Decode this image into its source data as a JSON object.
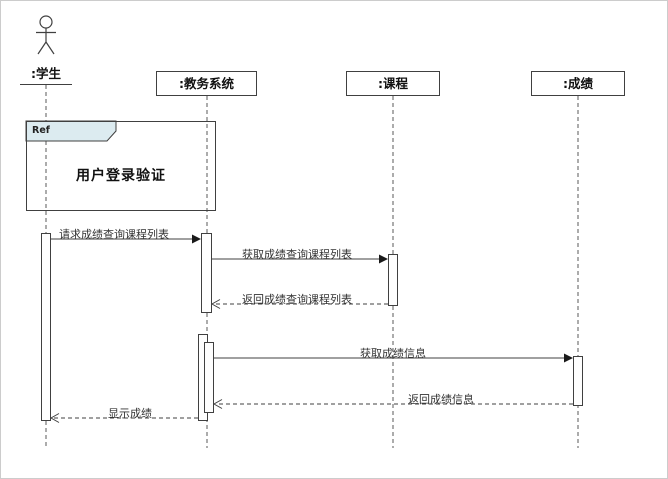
{
  "diagram": {
    "type": "uml-sequence-diagram",
    "actor": {
      "name": ":学生",
      "icon": "person-stick-figure"
    },
    "lifelines": [
      {
        "name": ":教务系统"
      },
      {
        "name": ":课程"
      },
      {
        "name": ":成绩"
      }
    ],
    "ref_frame": {
      "tag": "Ref",
      "title": "用户登录验证"
    },
    "messages": [
      {
        "from": ":学生",
        "to": ":教务系统",
        "label": "请求成绩查询课程列表",
        "style": "solid"
      },
      {
        "from": ":教务系统",
        "to": ":课程",
        "label": "获取成绩查询课程列表",
        "style": "solid"
      },
      {
        "from": ":课程",
        "to": ":教务系统",
        "label": "返回成绩查询课程列表",
        "style": "dashed-return"
      },
      {
        "from": ":教务系统",
        "to": ":成绩",
        "label": "获取成绩信息",
        "style": "solid"
      },
      {
        "from": ":成绩",
        "to": ":教务系统",
        "label": "返回成绩信息",
        "style": "dashed-return"
      },
      {
        "from": ":教务系统",
        "to": ":学生",
        "label": "显示成绩",
        "style": "dashed-return"
      }
    ],
    "colors": {
      "line": "#404040",
      "ref_tab_fill": "#dcebf0",
      "background": "#ffffff"
    }
  }
}
